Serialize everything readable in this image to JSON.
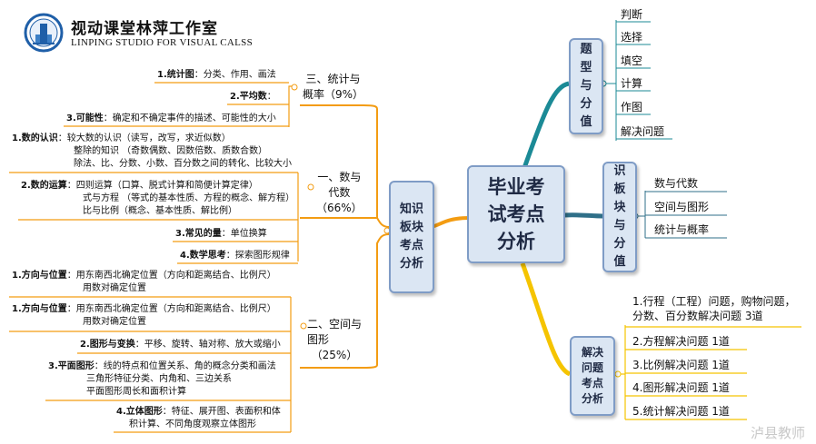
{
  "header": {
    "title": "视动课堂林萍工作室",
    "subtitle": "LINPING STUDIO FOR VISUAL CALSS"
  },
  "centre": {
    "line1": "毕业考",
    "line2": "试考点",
    "line3": "分析"
  },
  "branch_types": {
    "label": "题型与分值",
    "items": [
      "判断",
      "选择",
      "填空",
      "计算",
      "作图",
      "解决问题"
    ]
  },
  "branch_knowledge": {
    "label": "识板块与分值",
    "items": [
      "数与代数",
      "空间与图形",
      "统计与概率"
    ]
  },
  "branch_problems": {
    "label": "解决问题考点分析",
    "items": [
      {
        "line1": "1.行程（工程）问题，购物问题，",
        "line2": "分数、百分数解决问题    3道"
      },
      {
        "line1": "2.方程解决问题      1道"
      },
      {
        "line1": "3.比例解决问题      1道"
      },
      {
        "line1": "4.图形解决问题      1道"
      },
      {
        "line1": "5.统计解决问题      1道"
      }
    ]
  },
  "branch_left": {
    "label": "知识板块考点分析"
  },
  "topic_stats": {
    "line1": "三、统计与",
    "line2": "概率（9%）",
    "items": [
      {
        "num": "1.统计图",
        "text": "：分类、作用、画法"
      },
      {
        "num": "2.平均数",
        "text": "："
      },
      {
        "num": "3.可能性",
        "text": "：确定和不确定事件的描述、可能性的大小"
      }
    ]
  },
  "topic_numbers": {
    "line1": "一、数与",
    "line2": "代数",
    "line3": "（66%）",
    "items": [
      {
        "num": "1.数的认识",
        "text": "：较大数的认识（读写，改写，求近似数）",
        "line2": "整除的知识  （奇数偶数、因数倍数、质数合数）",
        "line3": "除法、比、分数、小数、百分数之间的转化、比较大小"
      },
      {
        "num": "2.数的运算",
        "text": "：四则运算（口算、脱式计算和简便计算定律）",
        "line2": "式与方程  （等式的基本性质、方程的概念、解方程）",
        "line3": "比与比例（概念、基本性质、解比例）"
      },
      {
        "num": "3.常见的量",
        "text": "：单位换算"
      },
      {
        "num": "4.数学思考",
        "text": "：探索图形规律"
      }
    ]
  },
  "topic_space": {
    "line1": "二、空间与",
    "line2": "图形",
    "line3": "（25%）",
    "extra": {
      "num": "1.方向与位置",
      "text": "：用东南西北确定位置（方向和距离结合、比例尺）",
      "line2": "用数对确定位置"
    },
    "items": [
      {
        "num": "1.方向与位置",
        "text": "：用东南西北确定位置（方向和距离结合、比例尺）",
        "line2": "用数对确定位置"
      },
      {
        "num": "2.图形与变换",
        "text": "：平移、旋转、轴对称、放大或缩小"
      },
      {
        "num": "3.平面图形",
        "text": "：线的特点和位置关系、角的概念分类和画法",
        "line2": "三角形特征分类、内角和、三边关系",
        "line3": "平面图形周长和面积计算"
      },
      {
        "num": "4.立体图形",
        "text": "：特征、展开图、表面积和体",
        "line2": "积计算、不同角度观察立体图形"
      }
    ]
  },
  "watermark": "泸县教师",
  "colors": {
    "orange": "#f39c12",
    "teal": "#1b8a96",
    "yellow": "#f5c400",
    "box_fill": "#dbe6f3",
    "box_border": "#7f9cc6"
  }
}
